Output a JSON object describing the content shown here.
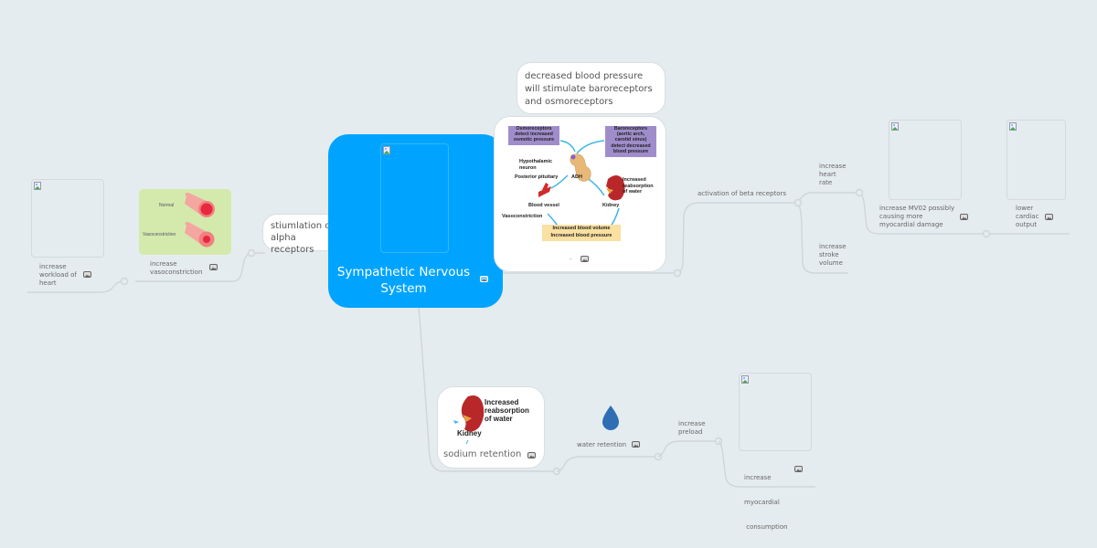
{
  "canvas": {
    "background": "#e5ecef",
    "accent": "#00a4ff"
  },
  "central_topic": {
    "title": "Sympathetic Nervous System",
    "color": "#00a4ff"
  },
  "branches": {
    "alpha": {
      "label": "stiumlation of alpha receptors",
      "children": [
        {
          "label": "increase vasoconstriction",
          "image": {
            "normal_label": "Normal",
            "vasoconstriction_label": "Vasoconstriction"
          },
          "children": [
            {
              "label_lines": [
                "increase",
                "workload of",
                "heart"
              ]
            }
          ]
        }
      ]
    },
    "baro": {
      "label": "decreased blood pressure will stimulate baroreceptors and osmoreceptors",
      "image_caption": ".",
      "diagram": {
        "osmo": [
          "Osmoreceptors",
          "detect increased",
          "osmotic pressure"
        ],
        "baro": [
          "Baroreceptors",
          "(aortic arch,",
          "carotid sinus)",
          "detect decreased",
          "blood pressure"
        ],
        "hypothalamic": [
          "Hypothalamic",
          "neuron"
        ],
        "posterior": "Posterior pituitary",
        "adh": "ADH",
        "reabsorption": [
          "Increased",
          "reabsorption",
          "of water"
        ],
        "blood_vessel": "Blood vessel",
        "kidney": "Kidney",
        "vasoconstriction": "Vasoconstriction",
        "result": [
          "Increased blood volume",
          "Increased blood pressure"
        ]
      }
    },
    "beta": {
      "label": "activation of beta receptors",
      "children": [
        {
          "label_lines": [
            "increase",
            "heart",
            "rate"
          ],
          "children": [
            {
              "label_lines": [
                "increase MV02 possibly",
                "causing more",
                "myocardial damage"
              ]
            },
            {
              "label_lines": [
                "lower",
                "cardiac",
                "output"
              ]
            }
          ]
        },
        {
          "label_lines": [
            "increase",
            "stroke",
            "volume"
          ]
        }
      ]
    },
    "sodium": {
      "label": "sodium retention",
      "image": {
        "line1": "Increased",
        "line2": "reabsorption",
        "line3": "of water",
        "kidney": "Kidney"
      },
      "children": [
        {
          "label": "water retention",
          "children": [
            {
              "label_lines": [
                "increase",
                "preload"
              ],
              "children": [
                {
                  "label_lines": [
                    "increase",
                    "myocardial",
                    " consumption"
                  ]
                }
              ]
            }
          ]
        }
      ]
    }
  }
}
